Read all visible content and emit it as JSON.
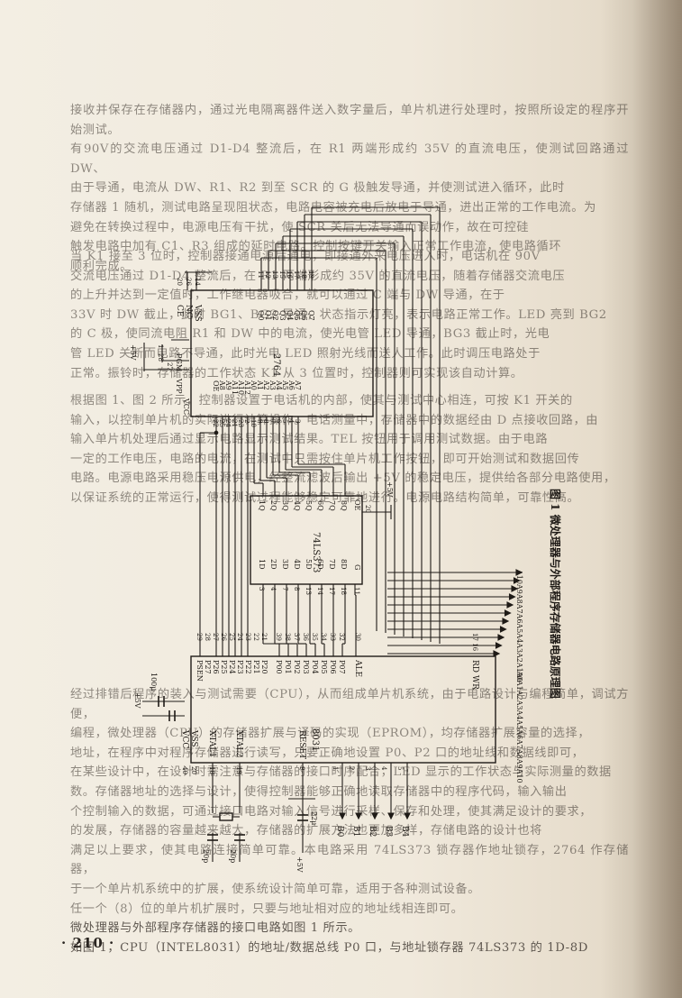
{
  "paragraphs_top": [
    "接收并保存在存储器内，通过光电隔离器件送入数字量后，单片机进行处理时，按照所设定的程序开始测试。",
    "有90V的交流电压通过 D1-D4 整流后，在 R1 两端形成约 35V 的直流电压，使测试回路通过 DW、",
    "由于导通，电流从 DW、R1、R2 到至 SCR 的 G 极触发导通，并使测试进入循环，此时",
    "存储器 1 随机，测试电路呈现阻状态，电路电容被充电后放电于导通，进出正常的工作电流。为",
    "避免在转换过程中，电源电压有干扰，使 SCR 关后无法导通而误动作，故在可控硅",
    "触发电路中加有 C1、R3 组成的延时电路。控制按键开关输入正常工作电流，使电路循环",
    "顺利完成。"
  ],
  "paragraphs_mid": [
    "当 K1 接至 3 位时，控制器接通电源后通电，即接通外来电压进入时，电话机在 90V",
    "交流电压通过 D1-D4 整流后，在 R1 两端形成约 35V 的直流电压，随着存储器交流电压",
    "的上升并达到一定值时，工作继电器吸合，就可以通过 C 端与 DW 导通，在于",
    "33V 时 DW 截止，此时 BG1、BG2 导通，状态指示灯亮，表示电路正常工作。LED 亮到 BG2",
    "的 C 极，使同流电阻 R1 和 DW 中的电流，使光电管 LED 导通，BG3 截止时，光电",
    "管 LED 关断而电路不导通，此时光电 LED 照射光线而送人工作。此时调压电路处于",
    "正常。振铃时，存储器的工作状态 K1 从 3 位置时，控制器则可实现该自动计算。"
  ],
  "paragraphs_low": [
    "根据图 1、图 2 所示，控制器设置于电话机的内部，使其与测试中心相连，可按 K1 开关的",
    "输入，以控制单片机的实际进行计算操作。电话测量中，存储器中的数据经由 D 点接收回路，由",
    "输入单片机处理后通过显示电路显示测试结果。TEL 按钮用于调用测试数据。由于电路",
    "一定的工作电压，电路的电流，在测试中只需按住单片机工作按钮，即可开始测试和数据回传",
    "电路。电源电路采用稳压电源供电，经整流滤波后输出 +5V 的稳定电压，提供给各部分电路使用，",
    "以保证系统的正常运行，使得测试过程能够稳定可靠地进行。电源电路结构简单，可靠性高。"
  ],
  "paragraphs_bottom": [
    "经过排错后程序的装入与测试需要（CPU），从而组成单片机系统，由于电路设计与编程简单，调试方便，",
    "编程，微处理器（CPU）的存储器扩展与译码的实现（EPROM），均存储器扩展容量的选择，",
    "地址，在程序中对程序存储器进行读写，只要正确地设置 P0、P2 口的地址线和数据线即可，",
    "在某些设计中，在设计时需注意与存储器的接口时序配合，LED 显示的工作状态与实际测量的数据",
    "数。存储器地址的选择与设计，使得控制器能够正确地读取存储器中的程序代码，输入输出",
    "个控制输入的数据，可通过接口电路对输入信号进行采样、保存和处理，使其满足设计的要求，",
    "的发展，存储器的容量越来越大，存储器的扩展方法也更加多样，存储电路的设计也将",
    "满足以上要求，使其电路连接简单可靠。本电路采用 74LS373 锁存器作地址锁存，2764 作存储器，",
    "于一个单片机系统中的扩展，使系统设计简单可靠，适用于各种测试设备。",
    "任一个（8）位的单片机扩展时，只要与地址相对应的地址线相连即可。"
  ],
  "paragraphs_end": [
    "微处理器与外部程序存储器的接口电路如图 1 所示。",
    "如图 1，CPU（INTEL8031）的地址/数据总线 P0 口，与地址锁存器 74LS373 的 1D-8D"
  ],
  "page_number": "· 210 ·",
  "figure": {
    "caption": "图 1  微处理器与外部程序存储器电路原理图",
    "eprom": {
      "name": "2764",
      "pins_left": [
        "OE",
        "A8",
        "A9",
        "A11",
        "A10",
        "A12"
      ],
      "pin_nums_left": [
        "22",
        "25",
        "24",
        "21",
        "23",
        "2"
      ],
      "pins_a": [
        "A0",
        "A1",
        "A2",
        "A3",
        "A4",
        "A5",
        "A6",
        "A7"
      ],
      "pin_nums_a": [
        "10",
        "9",
        "8",
        "7",
        "6",
        "5",
        "4",
        "3"
      ],
      "pins_q": [
        "Q0",
        "Q1",
        "Q2",
        "Q3",
        "Q4",
        "Q5",
        "Q6",
        "Q7"
      ],
      "pin_nums_q": [
        "11",
        "12",
        "13",
        "15",
        "16",
        "17",
        "18",
        "19"
      ],
      "top_pins": [
        "CE",
        "NC",
        "VSS"
      ],
      "top_nums": [
        "20",
        "26",
        "14"
      ],
      "power_pins": [
        "VCC",
        "VPP",
        "PGM"
      ],
      "power_nums": [
        "28",
        "1",
        "27"
      ],
      "supply": "+5V"
    },
    "latch": {
      "name": "74LS373",
      "inputs": [
        "1D",
        "2D",
        "3D",
        "4D",
        "5D",
        "6D",
        "7D",
        "8D"
      ],
      "input_nums": [
        "3",
        "4",
        "7",
        "8",
        "13",
        "14",
        "17",
        "18"
      ],
      "outputs": [
        "1Q",
        "2Q",
        "3Q",
        "4Q",
        "5Q",
        "6Q",
        "7Q",
        "8Q"
      ],
      "output_nums": [
        "2",
        "5",
        "6",
        "9",
        "12",
        "15",
        "16",
        "19"
      ],
      "control": [
        "OE",
        "G"
      ],
      "control_nums": [
        "1",
        "11"
      ],
      "power_num": "20",
      "supply": "+5V"
    },
    "cpu": {
      "name": "8031",
      "pins_p2": [
        "PSEN",
        "P27",
        "P26",
        "P25",
        "P24",
        "P23",
        "P22",
        "P21",
        "P20"
      ],
      "pins_p0": [
        "P00",
        "P01",
        "P02",
        "P03",
        "P04",
        "P05",
        "P06",
        "P07"
      ],
      "pin_nums_p2": [
        "29",
        "28",
        "27",
        "26",
        "25",
        "24",
        "23",
        "22",
        "21"
      ],
      "pin_nums_p0": [
        "39",
        "38",
        "37",
        "36",
        "35",
        "34",
        "33",
        "32"
      ],
      "ale": "ALE",
      "ale_num": "30",
      "rd": "RD",
      "wr": "WR",
      "rd_num": "17",
      "wr_num": "16",
      "left_pins": [
        "VCC",
        "VSS",
        "XTAL1",
        "XTAL2",
        "RESET"
      ],
      "left_nums": [
        "40",
        "20",
        "18",
        "19",
        "9"
      ],
      "port1_nums": [
        "1",
        "2",
        "3",
        "4",
        "5"
      ],
      "port1_labels": [
        "B0",
        "B1",
        "B2",
        "B3",
        "B4"
      ]
    },
    "address_labels": [
      "A0",
      "A1",
      "A2",
      "A3",
      "A4",
      "A5",
      "A6",
      "A7",
      "A8",
      "A9",
      "A10"
    ],
    "cap_100u": "100μ",
    "cap_22u": "22μ",
    "cap_20p_1": "20p",
    "cap_20p_2": "20p",
    "plus5v_left": "+5V",
    "plus5v_reset": "+5V",
    "plus5v_cpu": "+5V"
  }
}
